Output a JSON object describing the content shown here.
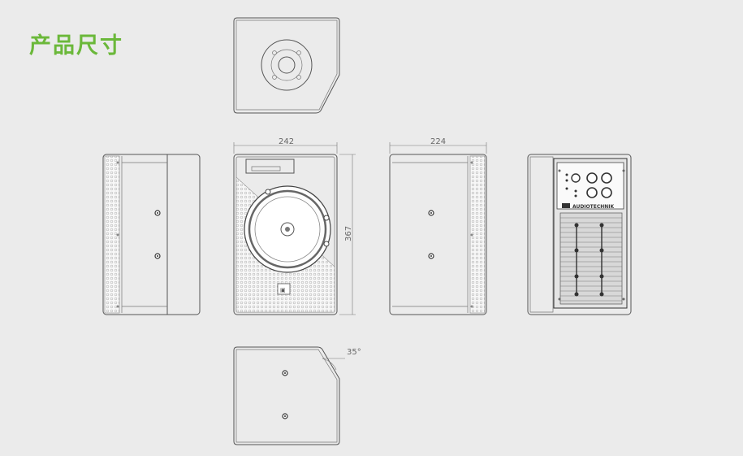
{
  "page": {
    "title": "产品尺寸",
    "accent_color": "#6bb83a"
  },
  "dimensions": {
    "width": "242",
    "depth": "224",
    "height": "367",
    "angle": "35°"
  },
  "rear_panel": {
    "brand_text": "AUDIOTECHNIK"
  }
}
